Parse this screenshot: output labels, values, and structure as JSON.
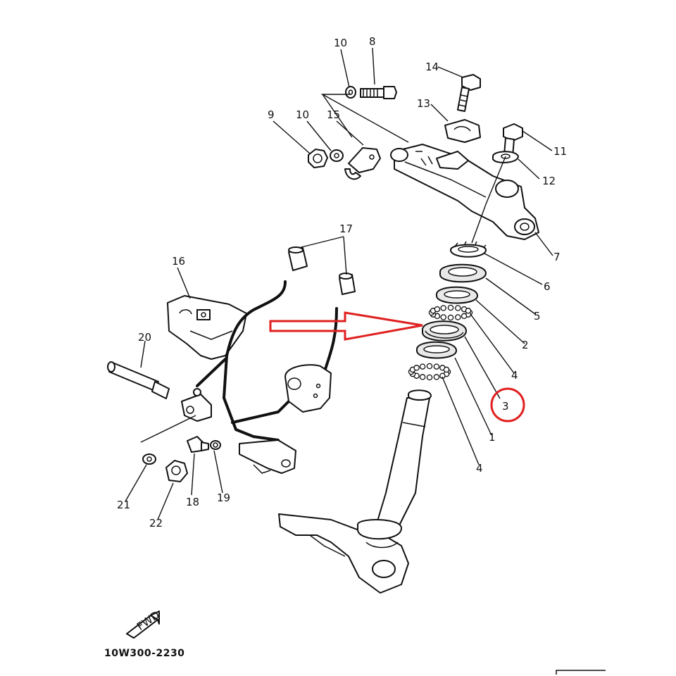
{
  "diagram": {
    "drawing_code": "10W300-2230",
    "fwd_badge": "FWD",
    "highlighted_part": "3",
    "colors": {
      "line": "#111111",
      "highlight": "#e02020",
      "background": "#ffffff"
    },
    "callouts": [
      {
        "id": "c1",
        "text": "1"
      },
      {
        "id": "c2",
        "text": "2"
      },
      {
        "id": "c3",
        "text": "3"
      },
      {
        "id": "c4a",
        "text": "4"
      },
      {
        "id": "c4b",
        "text": "4"
      },
      {
        "id": "c5",
        "text": "5"
      },
      {
        "id": "c6",
        "text": "6"
      },
      {
        "id": "c7",
        "text": "7"
      },
      {
        "id": "c8",
        "text": "8"
      },
      {
        "id": "c9",
        "text": "9"
      },
      {
        "id": "c10a",
        "text": "10"
      },
      {
        "id": "c10b",
        "text": "10"
      },
      {
        "id": "c11",
        "text": "11"
      },
      {
        "id": "c12",
        "text": "12"
      },
      {
        "id": "c13",
        "text": "13"
      },
      {
        "id": "c14",
        "text": "14"
      },
      {
        "id": "c15",
        "text": "15"
      },
      {
        "id": "c16",
        "text": "16"
      },
      {
        "id": "c17",
        "text": "17"
      },
      {
        "id": "c18",
        "text": "18"
      },
      {
        "id": "c19",
        "text": "19"
      },
      {
        "id": "c20",
        "text": "20"
      },
      {
        "id": "c21",
        "text": "21"
      },
      {
        "id": "c22",
        "text": "22"
      }
    ]
  }
}
